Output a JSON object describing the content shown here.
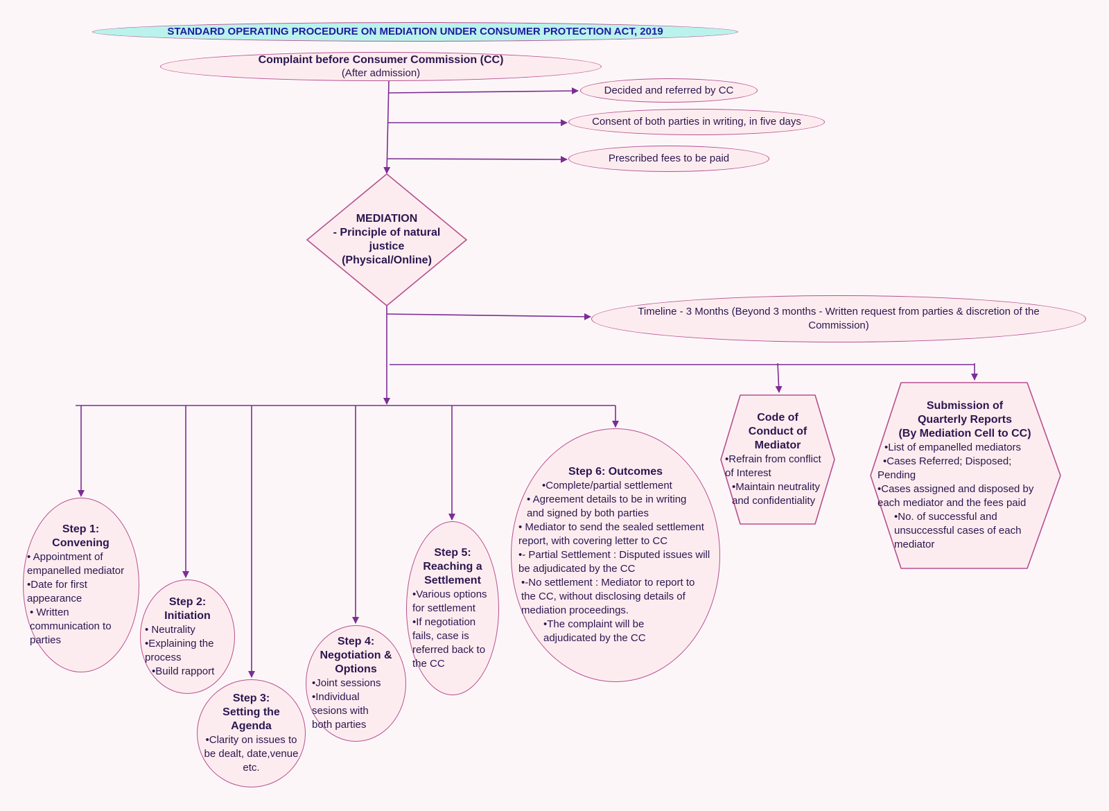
{
  "title": "STANDARD OPERATING PROCEDURE ON  MEDIATION UNDER CONSUMER PROTECTION ACT, 2019",
  "complaint": {
    "line1": "Complaint before Consumer Commission (CC)",
    "line2": "(After admission)"
  },
  "conditions": [
    "Decided and referred by CC",
    "Consent of both parties in writing, in five days",
    "Prescribed fees to be paid"
  ],
  "mediation": {
    "line1": "MEDIATION",
    "line2": "- Principle of natural",
    "line3": "justice",
    "line4": "(Physical/Online)"
  },
  "timeline": "Timeline - 3 Months (Beyond 3 months - Written request from parties & discretion of the Commission)",
  "steps": [
    {
      "head1": "Step 1:",
      "head2": "Convening",
      "bullets": [
        "• Appointment of empanelled mediator",
        "•Date  for first appearance",
        "• Written communication to parties"
      ]
    },
    {
      "head1": "Step 2:",
      "head2": "Initiation",
      "bullets": [
        "• Neutrality",
        "•Explaining the process",
        "•Build rapport"
      ]
    },
    {
      "head1": "Step 3:",
      "head2": "Setting the Agenda",
      "bullets": [
        "•Clarity on issues to be dealt, date,venue etc."
      ]
    },
    {
      "head1": "Step 4:",
      "head2": "Negotiation & Options",
      "bullets": [
        "•Joint sessions",
        "•Individual sesions with both parties"
      ]
    },
    {
      "head1": "Step 5:",
      "head2": "Reaching a Settlement",
      "bullets": [
        "•Various options for settlement",
        "•If negotiation fails, case is referred back to the CC"
      ]
    },
    {
      "head1": "Step 6: Outcomes",
      "head2": "",
      "bullets": [
        "•Complete/partial settlement",
        "• Agreement details to be in writing and signed by both parties",
        "• Mediator to send the sealed settlement report, with covering letter to CC",
        "•- Partial Settlement : Disputed issues will be adjudicated by the CC",
        "•-No settlement : Mediator to report to the CC, without disclosing details of mediation proceedings.",
        "•The complaint will be adjudicated by the CC"
      ]
    }
  ],
  "code": {
    "head": "Code of Conduct of Mediator",
    "bullets": [
      "•Refrain from conflict of Interest",
      "•Maintain neutrality and confidentiality"
    ]
  },
  "reports": {
    "head1": "Submission of Quarterly Reports",
    "head2": "(By Mediation Cell to CC)",
    "bullets": [
      "•List of empanelled mediators",
      "•Cases Referred; Disposed; Pending",
      "•Cases assigned and disposed by each mediator and the fees paid",
      "•No. of successful and unsuccessful cases of each mediator"
    ]
  },
  "colors": {
    "line": "#7b2d93",
    "border": "#b5508f",
    "fill": "#fdecef",
    "title_fill": "#b9f3ec",
    "text": "#2b1650"
  }
}
